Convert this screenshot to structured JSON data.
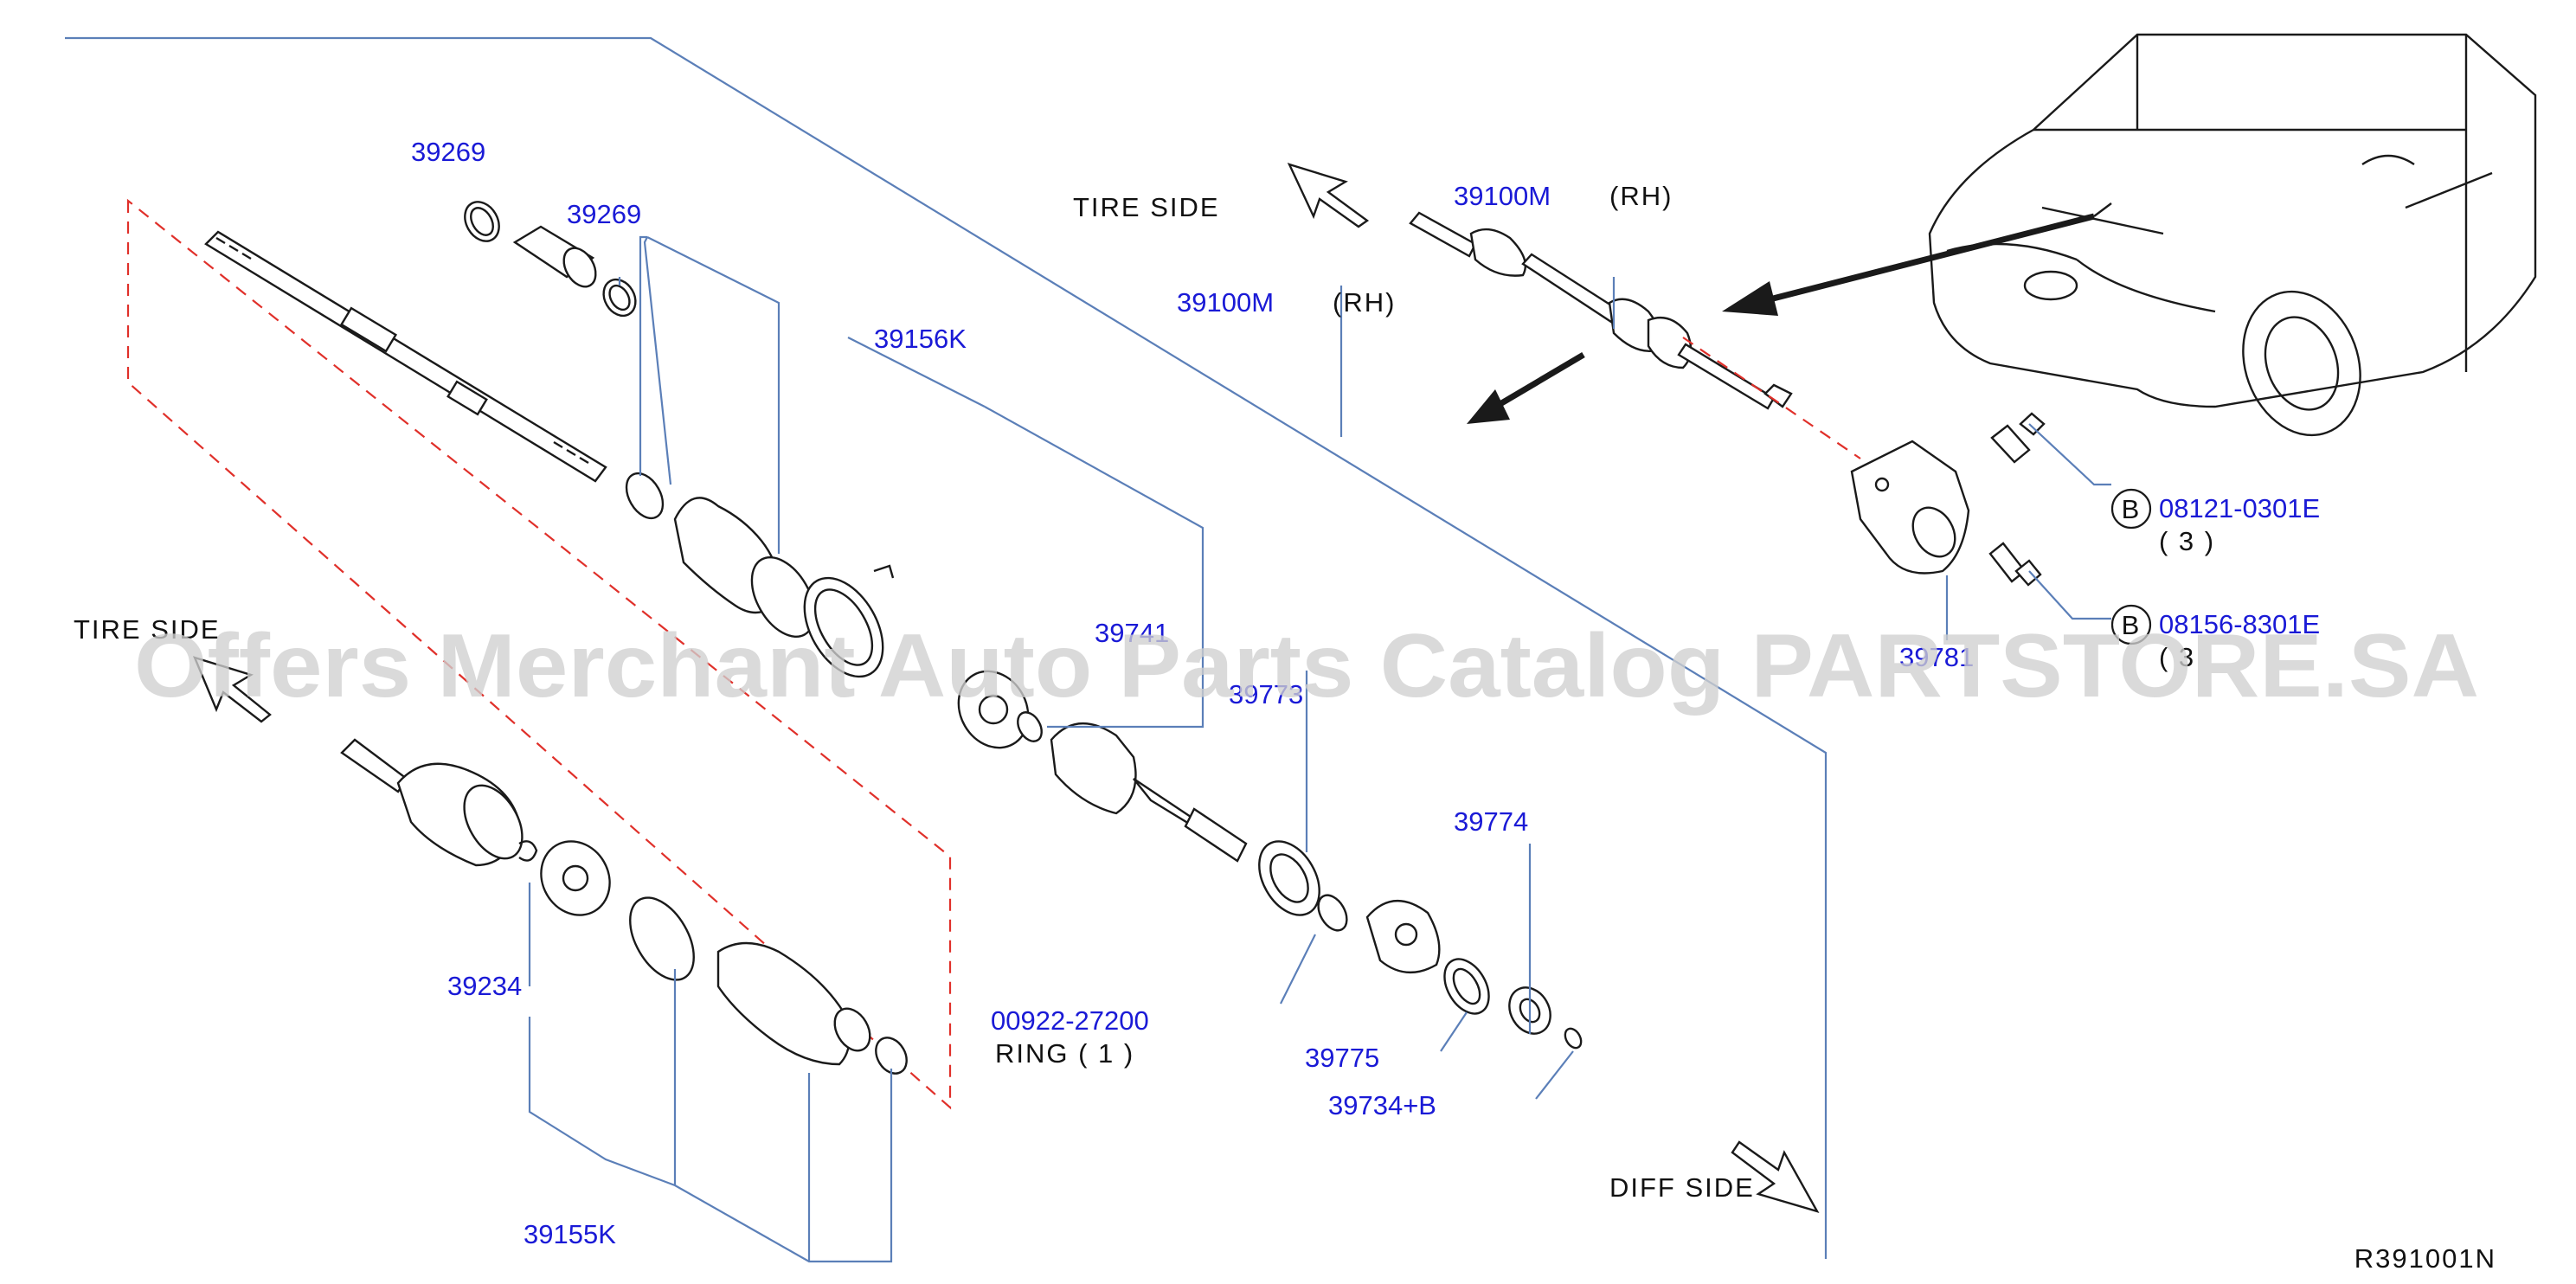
{
  "diagram_code": "R391001N",
  "watermark": "Offers Merchant Auto Parts Catalog PARTSTORE.SA",
  "side_labels": {
    "tire_side_top": "TIRE  SIDE",
    "tire_side_left": "TIRE  SIDE",
    "diff_side": "DIFF  SIDE"
  },
  "parts": {
    "p39269_a": "39269",
    "p39269_b": "39269",
    "p39156K": "39156K",
    "p39100M_a": "39100M",
    "p39100M_b": "39100M",
    "rh_a": "(RH)",
    "rh_b": "(RH)",
    "p39741": "39741",
    "p39773": "39773",
    "p39234": "39234",
    "p39155K": "39155K",
    "p00922": "00922-27200",
    "ring_qty": "RING  ( 1 )",
    "p39775": "39775",
    "p39774": "39774",
    "p39734B": "39734+B",
    "p39781": "39781",
    "bolt1_code": "08121-0301E",
    "bolt1_qty": "( 3   )",
    "bolt2_code": "08156-8301E",
    "bolt2_qty": "( 3",
    "bolt_marker": "B"
  },
  "colors": {
    "label_blue": "#1a1ad6",
    "leader_blue": "#5b7fb8",
    "dash_red": "#e0302a",
    "line_black": "#1a1a1a"
  }
}
